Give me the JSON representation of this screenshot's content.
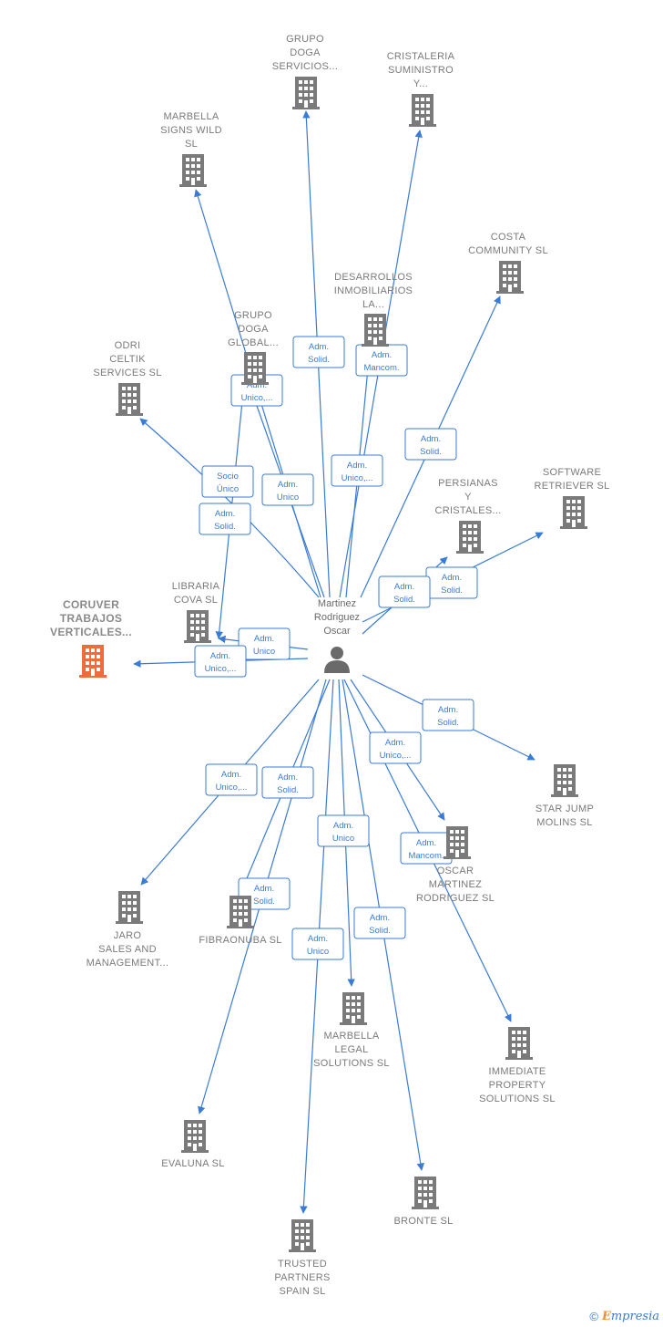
{
  "colors": {
    "edge": "#3a7bd5",
    "building": "#7a7a7a",
    "main_building": "#f26b3a",
    "person": "#6a6a6a"
  },
  "center": {
    "name_lines": [
      "Martinez",
      "Rodriguez",
      "Oscar"
    ],
    "icon": "person-icon"
  },
  "nodes": [
    {
      "id": "coruver",
      "lines": [
        "CORUVER",
        "TRABAJOS",
        "VERTICALES..."
      ],
      "main": true,
      "icon": "building-icon"
    },
    {
      "id": "grupo-doga-servicios",
      "lines": [
        "GRUPO",
        "DOGA",
        "SERVICIOS..."
      ],
      "icon": "building-icon"
    },
    {
      "id": "cristaleria",
      "lines": [
        "CRISTALERIA",
        "SUMINISTRO",
        "Y..."
      ],
      "icon": "building-icon"
    },
    {
      "id": "marbella-signs",
      "lines": [
        "MARBELLA",
        "SIGNS WILD",
        "SL"
      ],
      "icon": "building-icon"
    },
    {
      "id": "costa-community",
      "lines": [
        "COSTA",
        "COMMUNITY SL"
      ],
      "icon": "building-icon"
    },
    {
      "id": "desarrollos",
      "lines": [
        "DESARROLLOS",
        "INMOBILIARIOS",
        "LA..."
      ],
      "icon": "building-icon"
    },
    {
      "id": "grupo-doga-global",
      "lines": [
        "GRUPO",
        "DOGA",
        "GLOBAL..."
      ],
      "icon": "building-icon"
    },
    {
      "id": "odri",
      "lines": [
        "ODRI",
        "CELTIK",
        "SERVICES  SL"
      ],
      "icon": "building-icon"
    },
    {
      "id": "software-retriever",
      "lines": [
        "SOFTWARE",
        "RETRIEVER  SL"
      ],
      "icon": "building-icon"
    },
    {
      "id": "persianas",
      "lines": [
        "PERSIANAS",
        "Y",
        "CRISTALES..."
      ],
      "icon": "building-icon"
    },
    {
      "id": "libreria-cova",
      "lines": [
        "LIBRARIA",
        "COVA  SL"
      ],
      "icon": "building-icon"
    },
    {
      "id": "star-jump",
      "lines": [
        "STAR JUMP",
        "MOLINS  SL"
      ],
      "icon": "building-icon"
    },
    {
      "id": "oscar-martinez",
      "lines": [
        "OSCAR",
        "MARTINEZ",
        "RODRIGUEZ SL"
      ],
      "icon": "building-icon"
    },
    {
      "id": "jaro",
      "lines": [
        "JARO",
        "SALES AND",
        "MANAGEMENT..."
      ],
      "icon": "building-icon"
    },
    {
      "id": "fibraonuba",
      "lines": [
        "FIBRAONUBA SL"
      ],
      "icon": "building-icon"
    },
    {
      "id": "immediate",
      "lines": [
        "IMMEDIATE",
        "PROPERTY",
        "SOLUTIONS SL"
      ],
      "icon": "building-icon"
    },
    {
      "id": "marbella-legal",
      "lines": [
        "MARBELLA",
        "LEGAL",
        "SOLUTIONS  SL"
      ],
      "icon": "building-icon"
    },
    {
      "id": "evaluna",
      "lines": [
        "EVALUNA  SL"
      ],
      "icon": "building-icon"
    },
    {
      "id": "bronte",
      "lines": [
        "BRONTE SL"
      ],
      "icon": "building-icon"
    },
    {
      "id": "trusted",
      "lines": [
        "TRUSTED",
        "PARTNERS",
        "SPAIN  SL"
      ],
      "icon": "building-icon"
    }
  ],
  "edges": [
    {
      "to": "grupo-doga-servicios",
      "label": [
        "Adm.",
        "Solid."
      ]
    },
    {
      "to": "cristaleria",
      "label": [
        "Adm.",
        "Unico,..."
      ]
    },
    {
      "to": "marbella-signs",
      "label": [
        "Adm.",
        "Unico"
      ]
    },
    {
      "to": "costa-community",
      "label": [
        "Adm.",
        "Solid."
      ]
    },
    {
      "to": "desarrollos",
      "label": [
        "Adm.",
        "Mancom."
      ]
    },
    {
      "to": "grupo-doga-global",
      "label": [
        "Adm.",
        "Unico,..."
      ]
    },
    {
      "to": "libreria-cova",
      "label": [
        "Socio",
        "Único"
      ]
    },
    {
      "to": "odri",
      "label": [
        "Adm.",
        "Solid."
      ]
    },
    {
      "to": "software-retriever",
      "label": [
        "Adm.",
        "Solid."
      ]
    },
    {
      "to": "persianas",
      "label": [
        "Adm.",
        "Solid."
      ]
    },
    {
      "to": "libreria-cova",
      "label": [
        "Adm.",
        "Unico"
      ]
    },
    {
      "to": "coruver",
      "label": [
        "Adm.",
        "Unico,..."
      ]
    },
    {
      "to": "star-jump",
      "label": [
        "Adm.",
        "Solid."
      ]
    },
    {
      "to": "oscar-martinez",
      "label": [
        "Adm.",
        "Unico,..."
      ]
    },
    {
      "to": "immediate",
      "label": [
        "Adm.",
        "Mancom."
      ]
    },
    {
      "to": "jaro",
      "label": [
        "Adm.",
        "Unico,..."
      ]
    },
    {
      "to": "fibraonuba",
      "label": [
        "Adm.",
        "Solid."
      ]
    },
    {
      "to": "evaluna",
      "label": [
        "Adm.",
        "Solid."
      ]
    },
    {
      "to": "marbella-legal",
      "label": [
        "Adm.",
        "Unico"
      ]
    },
    {
      "to": "trusted",
      "label": [
        "Adm.",
        "Unico"
      ]
    },
    {
      "to": "bronte",
      "label": [
        "Adm.",
        "Solid."
      ]
    }
  ],
  "footer": {
    "copyright": "©",
    "brand_initial": "E",
    "brand_rest": "mpresia"
  }
}
